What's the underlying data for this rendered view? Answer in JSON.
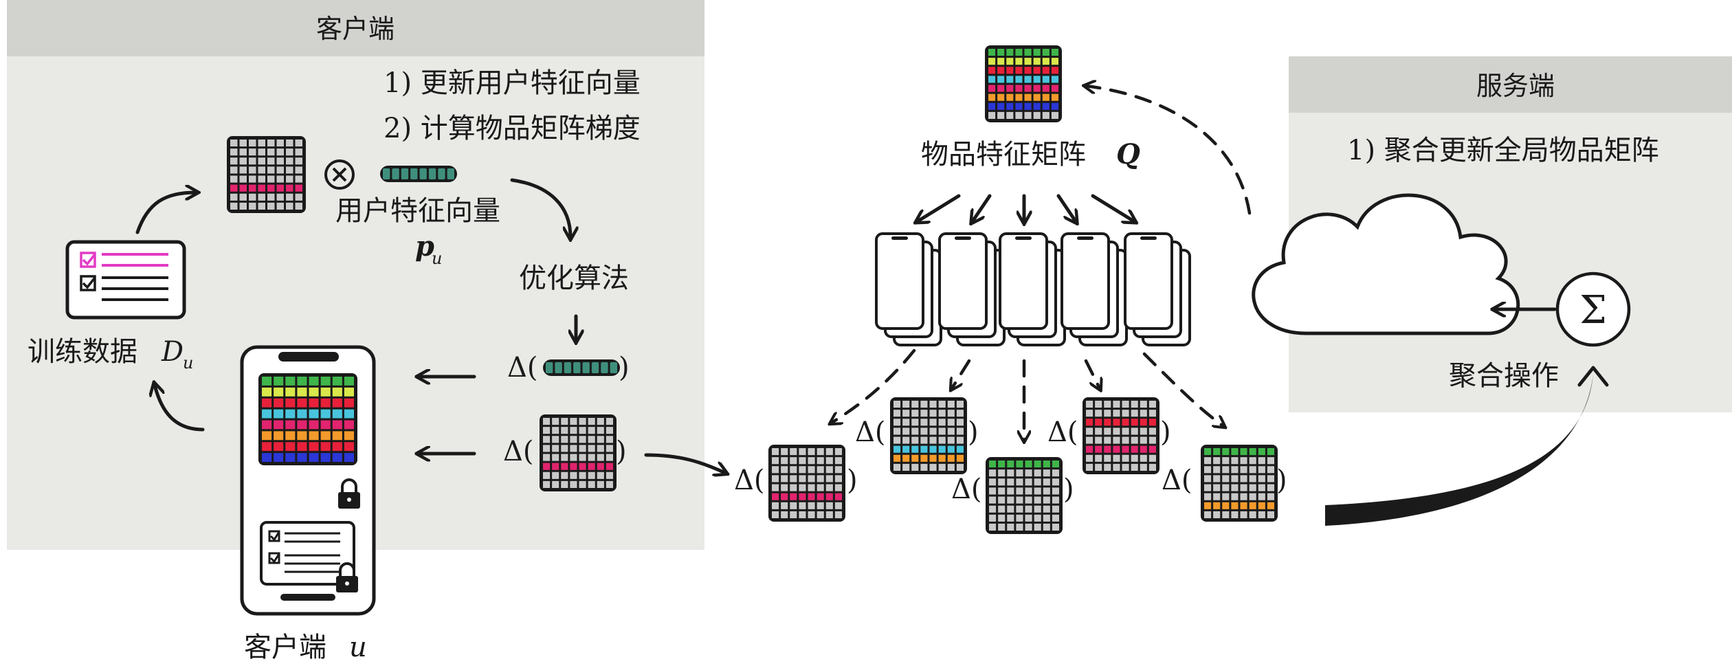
{
  "client_panel": {
    "title": "客户端",
    "step1": "1) 更新用户特征向量",
    "step2": "2) 计算物品矩阵梯度",
    "user_vector_label": "用户特征向量",
    "user_vector_symbol": "p",
    "user_vector_subscript": "u",
    "optimizer_label": "优化算法",
    "training_data_label": "训练数据",
    "training_data_symbol": "D",
    "training_data_subscript": "u",
    "client_device_label": "客户端",
    "client_device_symbol": "u",
    "delta_prefix": "Δ(",
    "delta_suffix": ")"
  },
  "center": {
    "item_matrix_label": "物品特征矩阵",
    "item_matrix_symbol": "Q"
  },
  "server_panel": {
    "title": "服务端",
    "step1": "1) 聚合更新全局物品矩阵",
    "aggregate_label": "聚合操作",
    "sum_symbol": "Σ"
  },
  "colors": {
    "panel_bg": "#e9e9e6",
    "panel_header": "#d2d3cf",
    "cell_gray": "#c9c9c9",
    "green": "#3fb54a",
    "yellow": "#d9e84a",
    "red": "#e8213a",
    "cyan": "#49c4dd",
    "magenta": "#e2246e",
    "orange": "#f39a2b",
    "blue": "#2b37d6",
    "teal": "#3f8f7d",
    "pink": "#e23bc4"
  }
}
